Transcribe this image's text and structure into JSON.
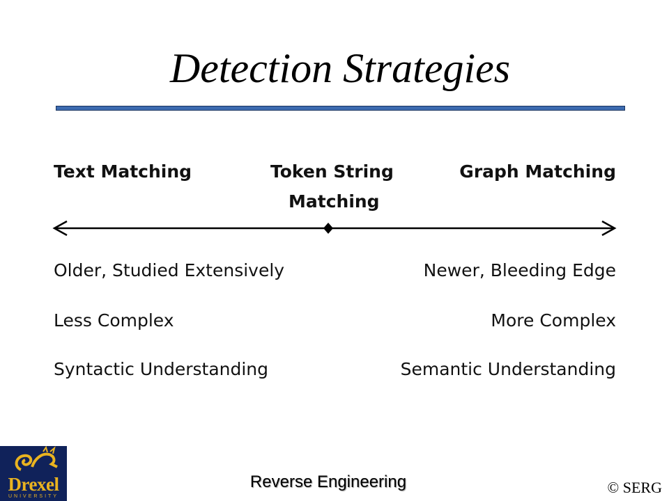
{
  "slide": {
    "title": "Detection Strategies",
    "diagram": {
      "left_label": "Text Matching",
      "middle_label_line1": "Token String",
      "middle_label_line2": "Matching",
      "right_label": "Graph Matching",
      "rows": [
        {
          "left": "Older, Studied Extensively",
          "right": "Newer, Bleeding Edge"
        },
        {
          "left": "Less Complex",
          "right": "More Complex"
        },
        {
          "left": "Syntactic Understanding",
          "right": "Semantic Understanding"
        }
      ]
    },
    "footer": {
      "center": "Reverse Engineering",
      "right": "© SERG"
    },
    "logo": {
      "word": "Drexel",
      "sub": "UNIVERSITY"
    },
    "colors": {
      "title_rule": "#3d6bb0",
      "logo_bg": "#10225a",
      "logo_gold": "#e9b320"
    }
  }
}
